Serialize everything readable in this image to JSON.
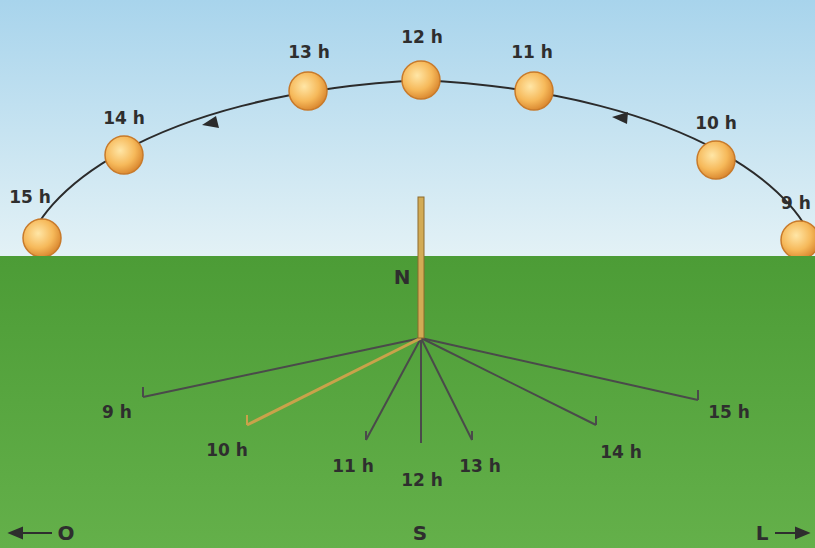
{
  "diagram": {
    "labels": [
      "15 h",
      "14 h",
      "13 h",
      "12 h",
      "11 h",
      "10 h",
      "9 h",
      "N",
      "9 h",
      "10 h",
      "11 h",
      "12 h",
      "13 h",
      "14 h",
      "15 h",
      "O",
      "S",
      "L"
    ]
  }
}
